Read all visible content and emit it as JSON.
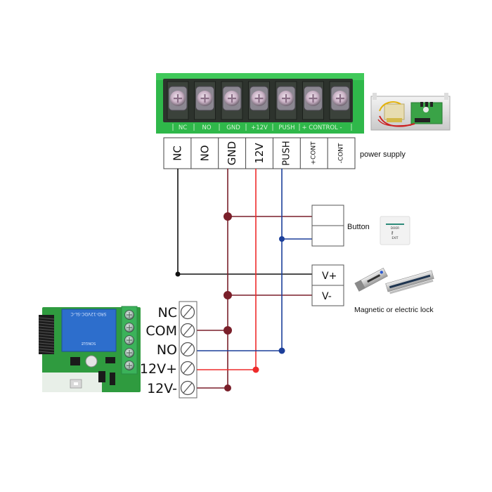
{
  "power_supply": {
    "board_labels": [
      "NC",
      "NO",
      "GND",
      "+12V",
      "PUSH",
      "+ CONTROL -"
    ],
    "terminal_labels": [
      "NC",
      "NO",
      "GND",
      "12V",
      "PUSH",
      "+CONT",
      "-CONT"
    ],
    "caption": "power supply"
  },
  "button": {
    "caption": "Button",
    "image_text": [
      "DOOR",
      "EXIT"
    ]
  },
  "lock": {
    "terminals": [
      "V+",
      "V-"
    ],
    "caption": "Magnetic or electric lock"
  },
  "relay_module": {
    "relay_text": "SRD-12VDC-SL-C",
    "brand": "SONGLE",
    "terminal_labels": [
      "NC",
      "COM",
      "NO",
      "12V+",
      "12V-"
    ]
  },
  "wires": [
    {
      "name": "ps-nc-to-lock-vplus",
      "color": "#111111"
    },
    {
      "name": "gnd-bus",
      "color": "#7a1f2a"
    },
    {
      "name": "12v-bus",
      "color": "#ee2b2b"
    },
    {
      "name": "push-bus",
      "color": "#1c3f9a"
    }
  ],
  "colors": {
    "pcb_green": "#2fb84a",
    "terminal_dark": "#2d332d",
    "gnd": "#7a1f2a",
    "v12": "#ee2b2b",
    "push": "#1c3f9a",
    "nc": "#111111"
  }
}
